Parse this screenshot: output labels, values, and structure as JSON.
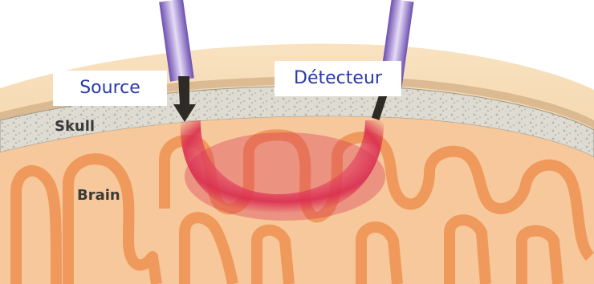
{
  "labels": {
    "source": "Source",
    "detector": "Détecteur",
    "skull": "Skull",
    "brain": "Brain"
  },
  "colors": {
    "label_text": "#2a3aa8",
    "scalp": "#f3d3a9",
    "skull_bone": "#dcdad0",
    "brain_gyri": "#ef9a5c",
    "brain_fill": "#f6c89b",
    "light_path": "#d92d4f",
    "fiber": "#9a7fd1"
  }
}
